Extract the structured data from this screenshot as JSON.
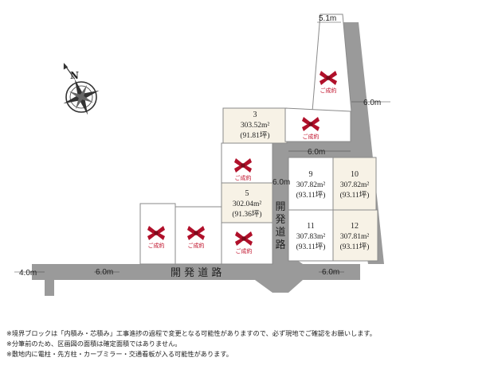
{
  "colors": {
    "road": "#9a9a9a",
    "lot_open": "#f7f2e6",
    "lot_sold": "#ffffff",
    "lot_stroke": "#8a8a8a",
    "sold_mark": "#b0102a"
  },
  "compass": {
    "north_label": "N",
    "icon": "compass-rose-icon"
  },
  "sold_label": "ご成約",
  "lots": [
    {
      "id": "3",
      "area_m2": "303.52m²",
      "area_tsubo": "(91.81坪)",
      "status": "available"
    },
    {
      "id": "5",
      "area_m2": "302.04m²",
      "area_tsubo": "(91.36坪)",
      "status": "available"
    },
    {
      "id": "9",
      "area_m2": "307.82m²",
      "area_tsubo": "(93.11坪)",
      "status": "available"
    },
    {
      "id": "10",
      "area_m2": "307.82m²",
      "area_tsubo": "(93.11坪)",
      "status": "available"
    },
    {
      "id": "11",
      "area_m2": "307.83m²",
      "area_tsubo": "(93.11坪)",
      "status": "available"
    },
    {
      "id": "12",
      "area_m2": "307.81m²",
      "area_tsubo": "(93.11坪)",
      "status": "available"
    }
  ],
  "dimensions": {
    "top_width": "5.1m",
    "right_road": "6.0m",
    "inner_road_top": "6.0m",
    "inner_road_side": "6.0m",
    "left_edge": "4.0m",
    "main_road_left": "6.0m",
    "main_road_right": "6.0m"
  },
  "road_names": {
    "main": "開 発 道 路",
    "vertical": [
      "開",
      "発",
      "道",
      "路"
    ]
  },
  "notes": [
    "※境界ブロックは「内積み・芯積み」工事進捗の過程で変更となる可能性がありますので、必ず現地でご確認をお願いします。",
    "※分筆前のため、区画図の面積は確定面積ではありません。",
    "※敷地内に電柱・先方柱・カーブミラー・交通看板が入る可能性があります。"
  ]
}
